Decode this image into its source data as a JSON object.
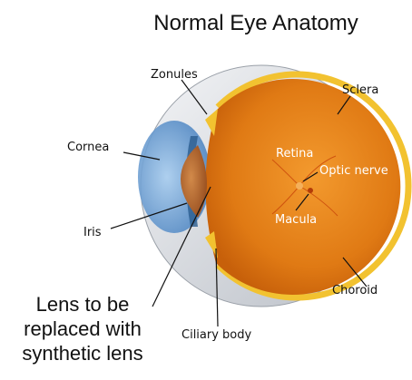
{
  "title": "Normal Eye Anatomy",
  "labels": {
    "zonules": "Zonules",
    "sclera": "Sclera",
    "cornea": "Cornea",
    "retina": "Retina",
    "optic_nerve": "Optic nerve",
    "macula": "Macula",
    "iris": "Iris",
    "choroid": "Choroid",
    "ciliary_body": "Ciliary body"
  },
  "callout": {
    "line1": "Lens to be",
    "line2": "replaced with",
    "line3": "synthetic lens"
  },
  "colors": {
    "globe": "#e07a14",
    "sclera": "#dde1e6",
    "cornea": "#6fa3d6",
    "lens": "#b8672a",
    "choroid": "#f2c230"
  }
}
